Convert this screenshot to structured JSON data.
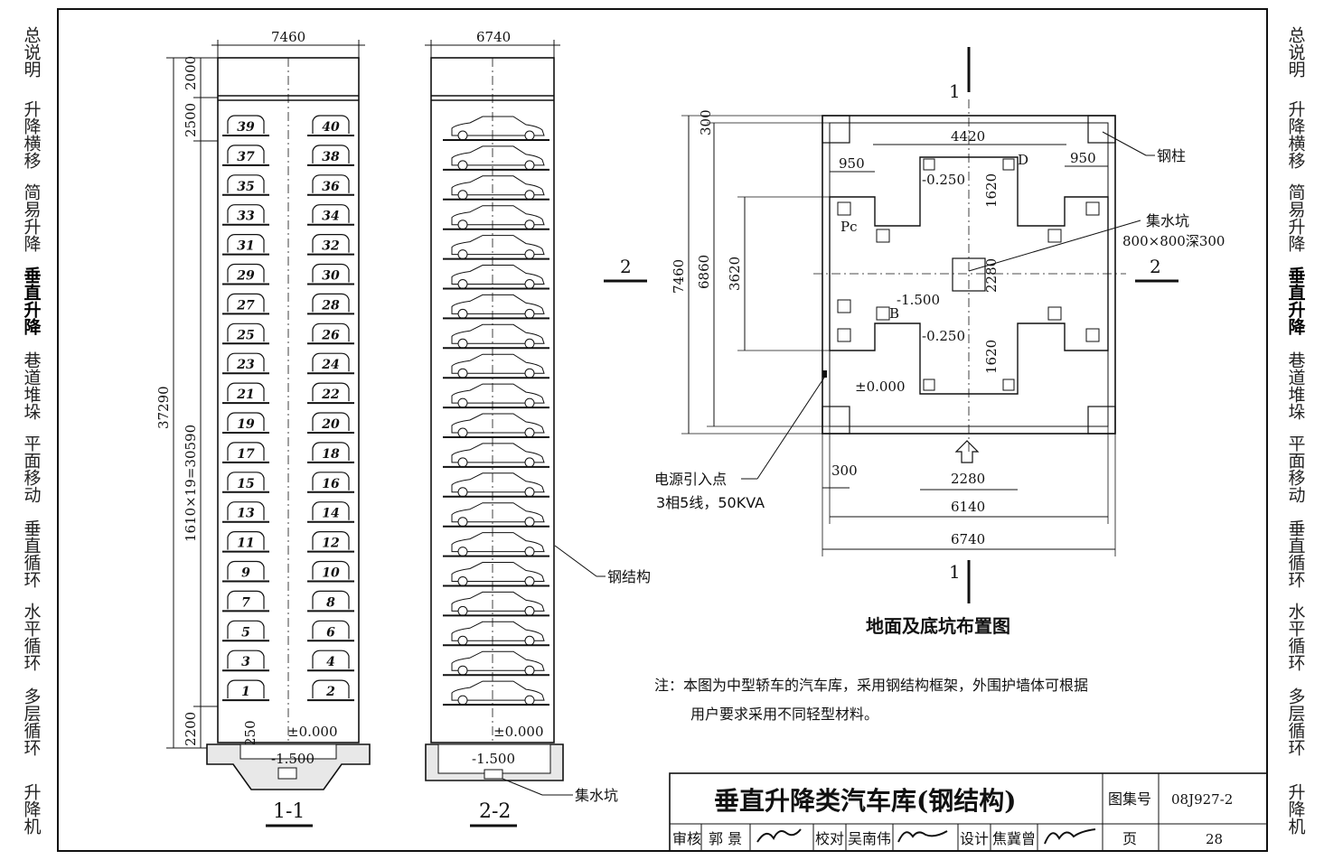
{
  "side_tabs_left": [
    "总说明",
    "升降横移",
    "简易升降",
    "垂直升降",
    "巷道堆垛",
    "平面移动",
    "垂直循环",
    "水平循环",
    "多层循环",
    "升降机"
  ],
  "side_tabs_right": [
    "总说明",
    "升降横移",
    "简易升降",
    "垂直升降",
    "巷道堆垛",
    "平面移动",
    "垂直循环",
    "水平循环",
    "多层循环",
    "升降机"
  ],
  "active_tab": "垂直升降",
  "section_1_1": {
    "width_dim": "7460",
    "height_total": "37290",
    "dim_top1": "2000",
    "dim_top2": "2500",
    "dim_middle": "1610×19=30590",
    "dim_bottom": "2200",
    "dim_pit": "250",
    "level_zero": "±0.000",
    "level_pit": "-1.500",
    "label": "1-1",
    "slots_left": [
      "39",
      "37",
      "35",
      "33",
      "31",
      "29",
      "27",
      "25",
      "23",
      "21",
      "19",
      "17",
      "15",
      "13",
      "11",
      "9",
      "7",
      "5",
      "3",
      "1"
    ],
    "slots_right": [
      "40",
      "38",
      "36",
      "34",
      "32",
      "30",
      "28",
      "26",
      "24",
      "22",
      "20",
      "18",
      "16",
      "14",
      "12",
      "10",
      "8",
      "6",
      "4",
      "2"
    ]
  },
  "section_2_2": {
    "width_dim": "6740",
    "level_zero": "±0.000",
    "level_pit": "-1.500",
    "label": "2-2",
    "steel_label": "钢结构",
    "sump_label": "集水坑"
  },
  "plan": {
    "title": "地面及底坑布置图",
    "dim_300_top": "300",
    "dim_4420": "4420",
    "dim_950_left": "950",
    "dim_950_right": "950",
    "dim_1620_top": "1620",
    "dim_1620_bottom": "1620",
    "dim_2280_v": "2280",
    "dim_7460": "7460",
    "dim_6860": "6860",
    "dim_3620": "3620",
    "dim_300_bottom": "300",
    "dim_2280_h": "2280",
    "dim_6140": "6140",
    "dim_6740": "6740",
    "level_a": "-0.250",
    "level_b": "-1.500",
    "level_c": "-0.250",
    "level_d": "±0.000",
    "pc": "Pc",
    "b": "B",
    "d": "D",
    "steel_column": "钢柱",
    "sump": "集水坑",
    "sump_size": "800×800深300",
    "power_point": "电源引入点",
    "power_spec": "3相5线，50KVA",
    "sec_mark_1": "1",
    "sec_mark_2": "2"
  },
  "note_line1": "注：本图为中型轿车的汽车库，采用钢结构框架，外围护墙体可根据",
  "note_line2": "用户要求采用不同轻型材料。",
  "title_block": {
    "title": "垂直升降类汽车库(钢结构)",
    "atlas_label": "图集号",
    "atlas_no": "08J927-2",
    "review_label": "审核",
    "review_name": "郭  景",
    "check_label": "校对",
    "check_name": "吴南伟",
    "design_label": "设计",
    "design_name": "焦冀曾",
    "page_label": "页",
    "page_no": "28"
  }
}
